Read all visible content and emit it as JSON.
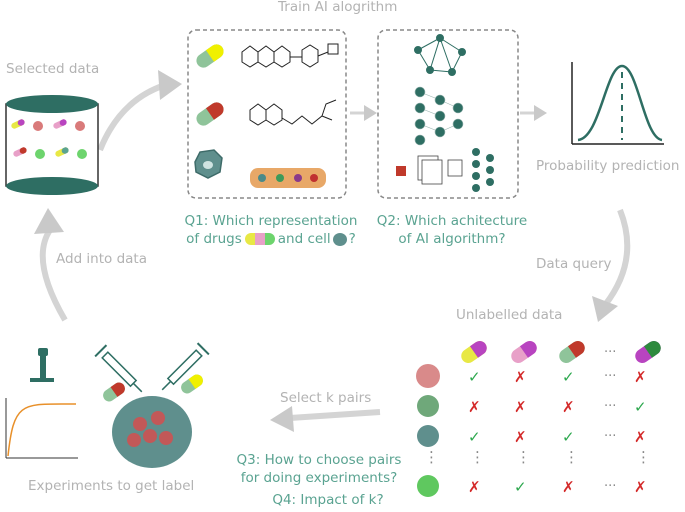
{
  "labels": {
    "train": "Train AI alogrithm",
    "selected": "Selected data",
    "probability": "Probability prediction",
    "data_query": "Data query",
    "unlabelled": "Unlabelled data",
    "select_k": "Select k pairs",
    "experiments": "Experiments to get label",
    "add_into": "Add into data"
  },
  "questions": {
    "q1_line1": "Q1: Which representation",
    "q1_line2a": "of drugs",
    "q1_line2b": "and cell",
    "q1_line2c": "?",
    "q2_line1": "Q2: Which achitecture",
    "q2_line2": "of AI algorithm?",
    "q3_line1": "Q3: How to choose pairs",
    "q3_line2": "for doing experiments?",
    "q4": "Q4: Impact of k?"
  },
  "colors": {
    "accent": "#5aa391",
    "gray": "#b3b3b3",
    "teal_dark": "#2e6e63",
    "check": "#2ea84f",
    "cross": "#d42a2a"
  },
  "matrix": {
    "rows": [
      [
        "check",
        "cross",
        "check",
        "cross"
      ],
      [
        "cross",
        "cross",
        "cross",
        "check"
      ],
      [
        "check",
        "cross",
        "check",
        "cross"
      ],
      [
        "cross",
        "check",
        "cross",
        "cross"
      ]
    ],
    "check_glyph": "✓",
    "cross_glyph": "✗",
    "ellipsis_h": "···",
    "ellipsis_v": "⋮"
  }
}
